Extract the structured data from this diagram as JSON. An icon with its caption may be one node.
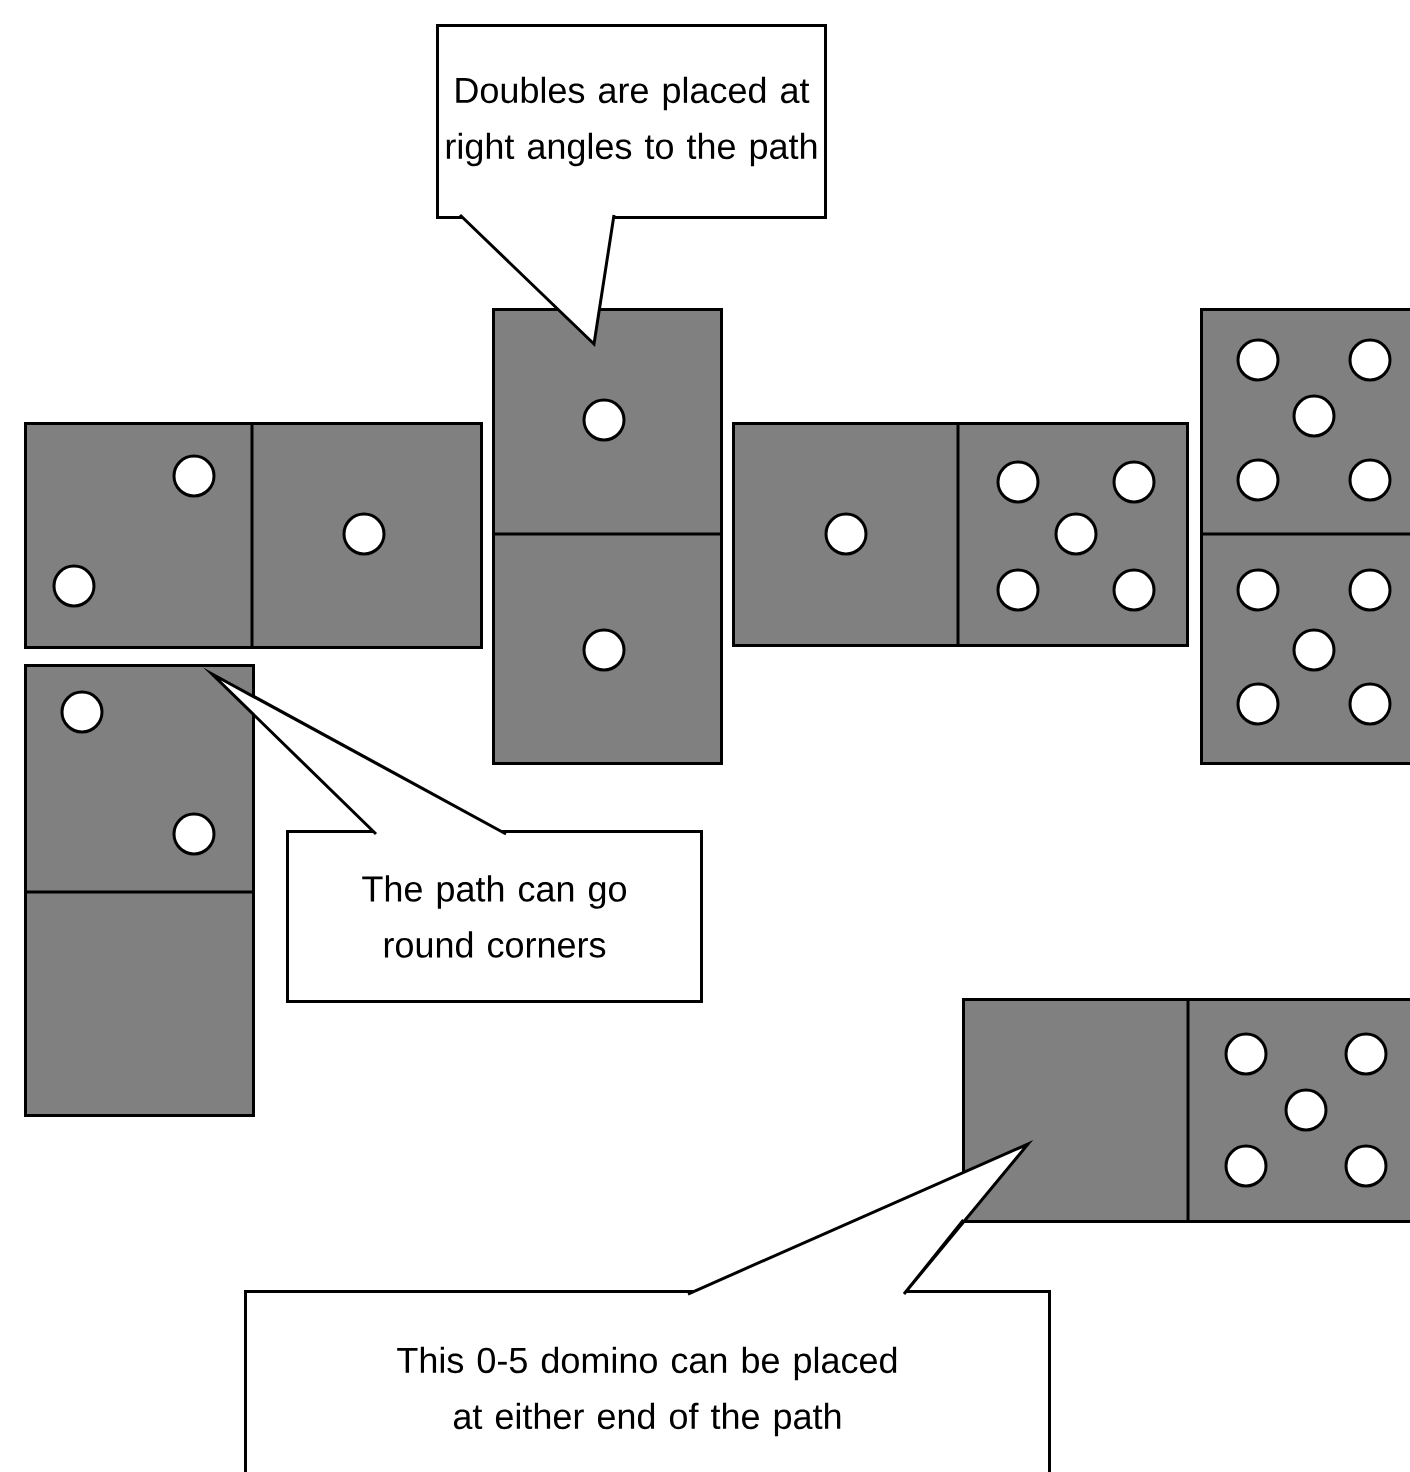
{
  "diagram": {
    "nodes": [
      {
        "text": [
          "Doubles are placed at right angles to the path"
        ]
      },
      {
        "text": [],
        "shape": "domino"
      },
      {
        "text": [],
        "shape": "domino"
      },
      {
        "text": [],
        "shape": "domino"
      },
      {
        "text": [],
        "shape": "domino"
      },
      {
        "text": [],
        "shape": "domino"
      },
      {
        "text": [
          "The path can go round corners"
        ]
      },
      {
        "text": [],
        "shape": "domino"
      },
      {
        "text": [
          "This 0-5 domino can be placed at either end of the path"
        ]
      }
    ],
    "edges": [
      {
        "from": 0,
        "to": 2,
        "arrow": "none"
      },
      {
        "from": 6,
        "to": 5,
        "arrow": "none"
      },
      {
        "from": 8,
        "to": 7,
        "arrow": "none"
      }
    ]
  }
}
